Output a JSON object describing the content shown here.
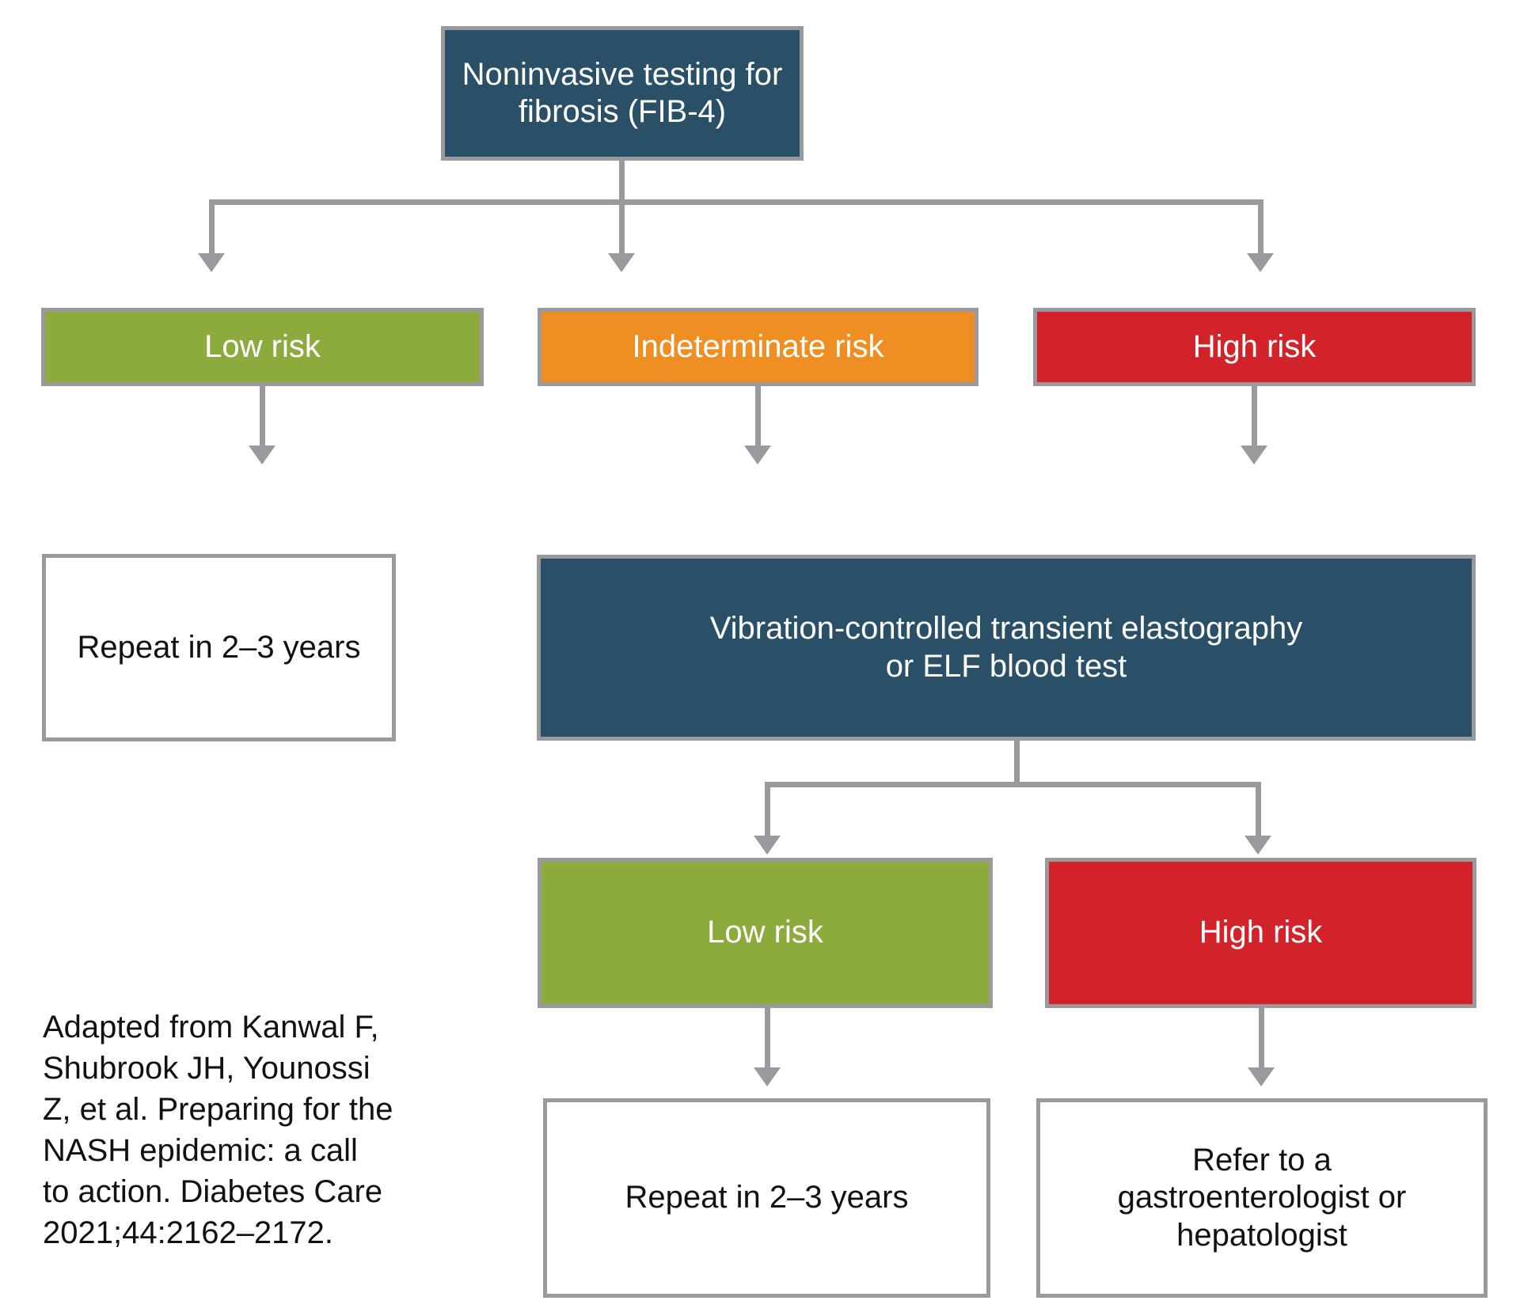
{
  "diagram": {
    "title": "Noninvasive fibrosis risk-stratification pathway",
    "colors": {
      "dark_blue": "#2a5068",
      "green": "#8cab3c",
      "orange": "#ef8e23",
      "red": "#d2232a",
      "connector_gray": "#9a9a9e",
      "text_white": "#ffffff",
      "text_black": "#111111",
      "background": "#ffffff"
    },
    "nodes": {
      "root_test": "Noninvasive testing for\nfibrosis (FIB-4)",
      "fib4_low_risk": "Low risk",
      "fib4_indeterminate_risk": "Indeterminate risk",
      "fib4_high_risk": "High risk",
      "repeat_low_risk_top": "Repeat in 2–3 years",
      "second_line_test": "Vibration-controlled transient elastography\nor ELF blood test",
      "second_low_risk": "Low risk",
      "second_high_risk": "High risk",
      "repeat_low_risk_bottom": "Repeat in 2–3 years",
      "refer_specialist": "Refer to a\ngastroenterologist or\nhepatologist"
    },
    "citation": "Adapted from Kanwal F,\nShubrook JH, Younossi\nZ, et al. Preparing for the\nNASH epidemic: a call\nto action. Diabetes Care\n2021;44:2162–2172."
  }
}
